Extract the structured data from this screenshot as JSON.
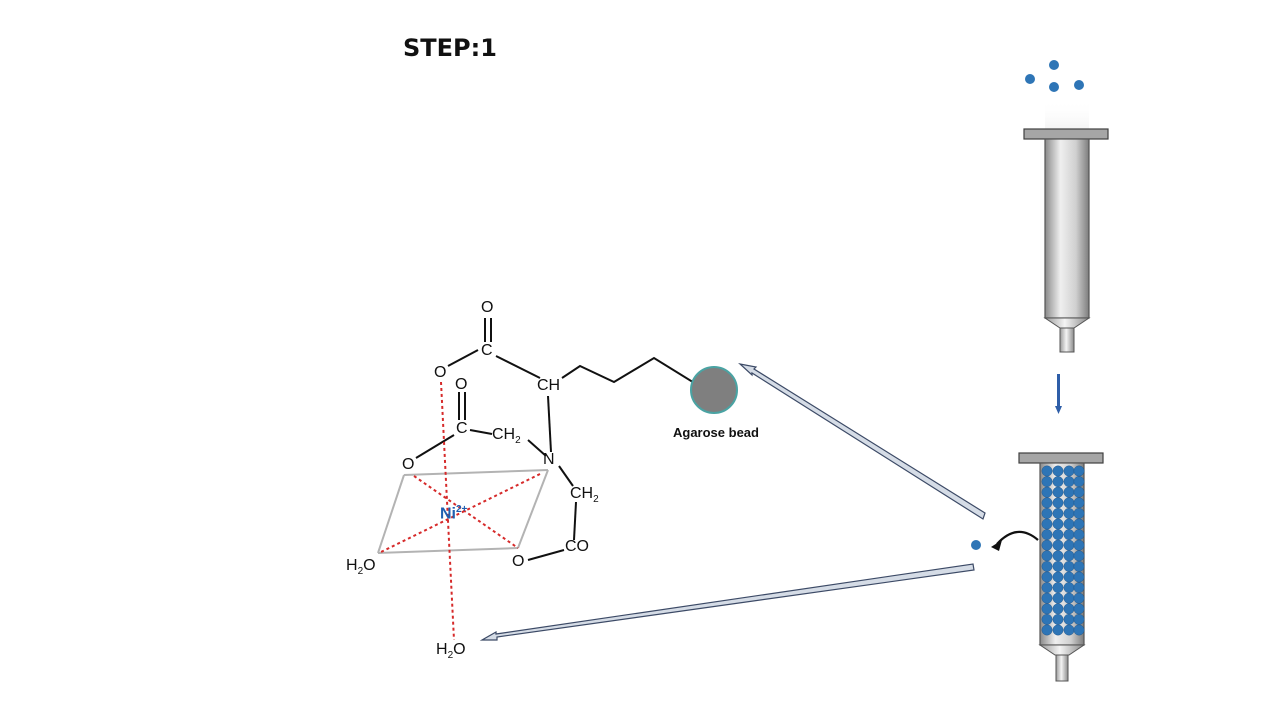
{
  "title": "STEP:1",
  "bead_label": "Agarose bead",
  "atoms": {
    "o_top": "O",
    "c_top": "C",
    "o_left_top": "O",
    "ch": "CH",
    "o_mid": "O",
    "c_mid": "C",
    "ch2_mid": "CH",
    "ch2_mid_sub": "2",
    "o_left_mid": "O",
    "n": "N",
    "ch2_right": "CH",
    "ch2_right_sub": "2",
    "ni": "Ni",
    "ni_charge": "2+",
    "co": "CO",
    "h2o_left_h": "H",
    "h2o_left_sub": "2",
    "h2o_left_o": "O",
    "o_bottom": "O",
    "h2o_bottom_h": "H",
    "h2o_bottom_sub": "2",
    "h2o_bottom_o": "O"
  },
  "colors": {
    "protein_dot": "#2e75b6",
    "coordination": "#d62a2a",
    "bead": "#7f7f7f",
    "bead_outline": "#4aa3a3",
    "arrow_fill": "#d5dce6",
    "arrow_stroke": "#3c4a66"
  }
}
